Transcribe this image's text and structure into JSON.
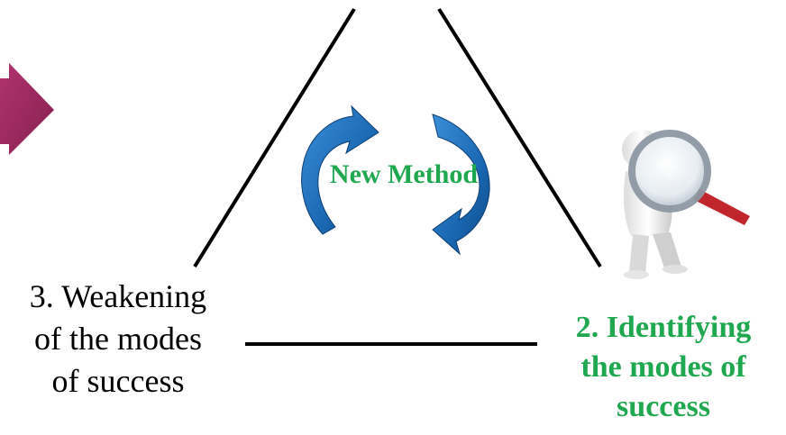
{
  "diagram": {
    "center_label": "New Method",
    "step_2": {
      "lines": [
        "2. Identifying",
        "the modes of",
        "success"
      ]
    },
    "step_3": {
      "lines": [
        "3. Weakening",
        "of the modes",
        "of success"
      ]
    }
  },
  "colors": {
    "highlight_text": "#1fa84f",
    "cycle_arrow": "#1a67b2",
    "side_arrow": "#97245d",
    "lines": "#000000"
  },
  "icons": {
    "center": "cycle-arrows-icon",
    "left": "side-arrow-icon",
    "right": "magnifier-figure-icon"
  }
}
